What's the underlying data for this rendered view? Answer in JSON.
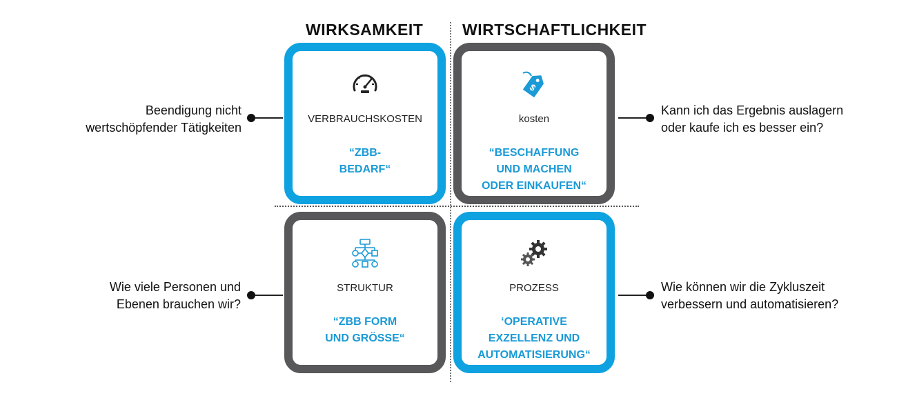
{
  "headers": {
    "left": "WIRKSAMKEIT",
    "right": "WIRTSCHAFTLICHKEIT"
  },
  "quadrants": {
    "top_left": {
      "icon": "speedometer-icon",
      "label": "VERBRAUCHSKOSTEN",
      "quote_lines": [
        "“ZBB-",
        "BEDARF“"
      ],
      "side_lines": [
        "Beendigung nicht",
        "wertschöpfender Tätigkeiten"
      ],
      "border_color": "#0fa2e0"
    },
    "top_right": {
      "icon": "price-tag-icon",
      "label": "kosten",
      "quote_lines": [
        "“BESCHAFFUNG",
        "UND MACHEN",
        "ODER EINKAUFEN“"
      ],
      "side_lines": [
        "Kann ich das Ergebnis auslagern",
        "oder kaufe ich es besser ein?"
      ],
      "border_color": "#58585a"
    },
    "bottom_left": {
      "icon": "org-chart-icon",
      "label": "STRUKTUR",
      "quote_lines": [
        "“ZBB FORM",
        "UND GRÖSSE“"
      ],
      "side_lines": [
        "Wie viele Personen und",
        "Ebenen brauchen wir?"
      ],
      "border_color": "#58585a"
    },
    "bottom_right": {
      "icon": "gears-icon",
      "label": "PROZESS",
      "quote_lines": [
        "‘OPERATIVE",
        "EXZELLENZ UND",
        "AUTOMATISIERUNG“"
      ],
      "side_lines": [
        "Wie können wir die Zykluszeit",
        "verbessern und automatisieren?"
      ],
      "border_color": "#0fa2e0"
    }
  },
  "colors": {
    "accent_blue": "#0fa2e0",
    "frame_gray": "#58585a",
    "quote_blue": "#1a9ad6"
  }
}
